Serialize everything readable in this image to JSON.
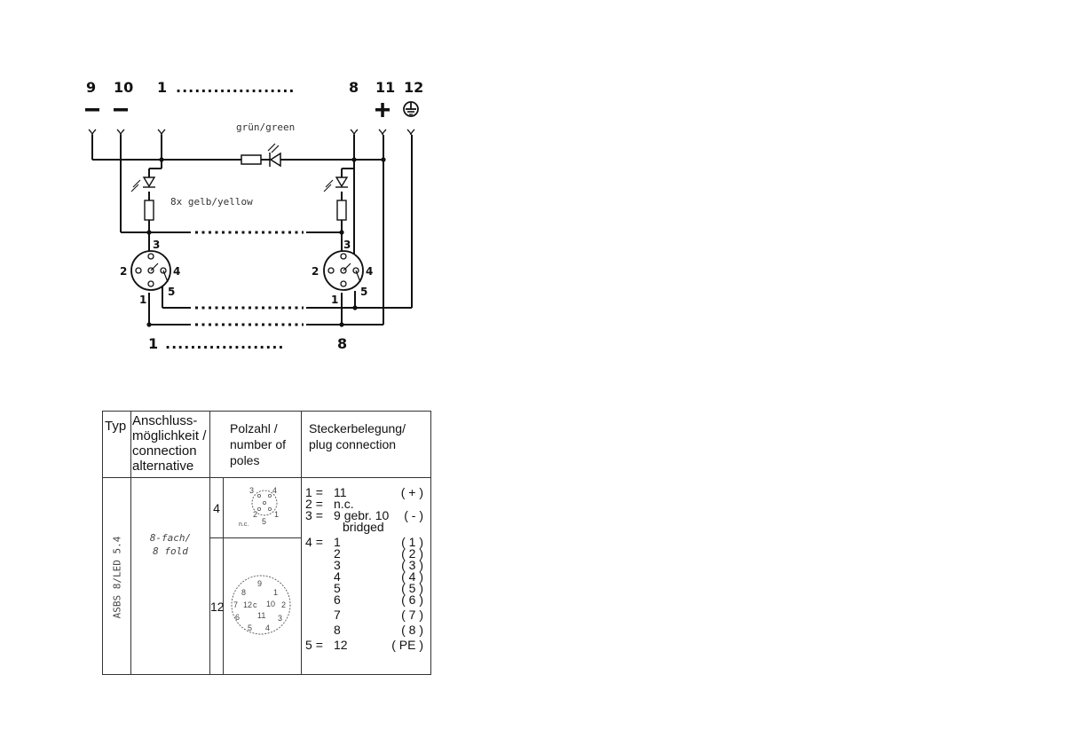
{
  "wiring": {
    "top_pins": [
      {
        "num": "9",
        "sign": "–"
      },
      {
        "num": "10",
        "sign": "–"
      },
      {
        "num": "1",
        "sign": ""
      },
      {
        "num": "8",
        "sign": ""
      },
      {
        "num": "11",
        "sign": "+"
      },
      {
        "num": "12",
        "sign": ""
      }
    ],
    "top_dots": "...................",
    "led_green_label": "grün/green",
    "led_yellow_label": "8x gelb/yellow",
    "bottom_start": "1",
    "bottom_end": "8",
    "bottom_dots": "...................",
    "connector_pins": {
      "p1": "1",
      "p2": "2",
      "p3": "3",
      "p4": "4",
      "p5": "5"
    }
  },
  "table": {
    "headers": {
      "typ": "Typ",
      "connection": "Anschluss-möglichkeit / connection alternative",
      "poles": "Polzahl / number of poles",
      "plug": "Steckerbelegung/ plug connection"
    },
    "type_name": "ASBS 8/LED 5.4",
    "connection_alt": [
      "8-fach/",
      "8 fold"
    ],
    "poles": [
      {
        "count": "4",
        "pins": [
          "3",
          "4",
          "2",
          "1",
          "5",
          "n.c."
        ]
      },
      {
        "count": "12",
        "pins": [
          "9",
          "8",
          "1",
          "7",
          "12",
          "c",
          "10",
          "2",
          "6",
          "11",
          "3",
          "5",
          "4"
        ]
      }
    ],
    "plug_lines": [
      {
        "left": "1 =",
        "sub": "11",
        "right": "( + )"
      },
      {
        "left": "2 =",
        "sub": "n.c.",
        "right": ""
      },
      {
        "left": "3 =",
        "sub": "9 gebr. 10",
        "right": "( - )"
      },
      {
        "left": "",
        "sub": "bridged",
        "right": ""
      },
      {
        "left": "4 =",
        "sub": "1",
        "right": "( 1 )"
      },
      {
        "left": "",
        "sub": "2",
        "right": "( 2 )"
      },
      {
        "left": "",
        "sub": "3",
        "right": "( 3 )"
      },
      {
        "left": "",
        "sub": "4",
        "right": "( 4 )"
      },
      {
        "left": "",
        "sub": "5",
        "right": "( 5 )"
      },
      {
        "left": "",
        "sub": "6",
        "right": "( 6 )"
      },
      {
        "left": "",
        "sub": "7",
        "right": "( 7 )"
      },
      {
        "left": "",
        "sub": "8",
        "right": "( 8 )"
      },
      {
        "left": "5 =",
        "sub": "12",
        "right": "( PE )"
      }
    ]
  }
}
